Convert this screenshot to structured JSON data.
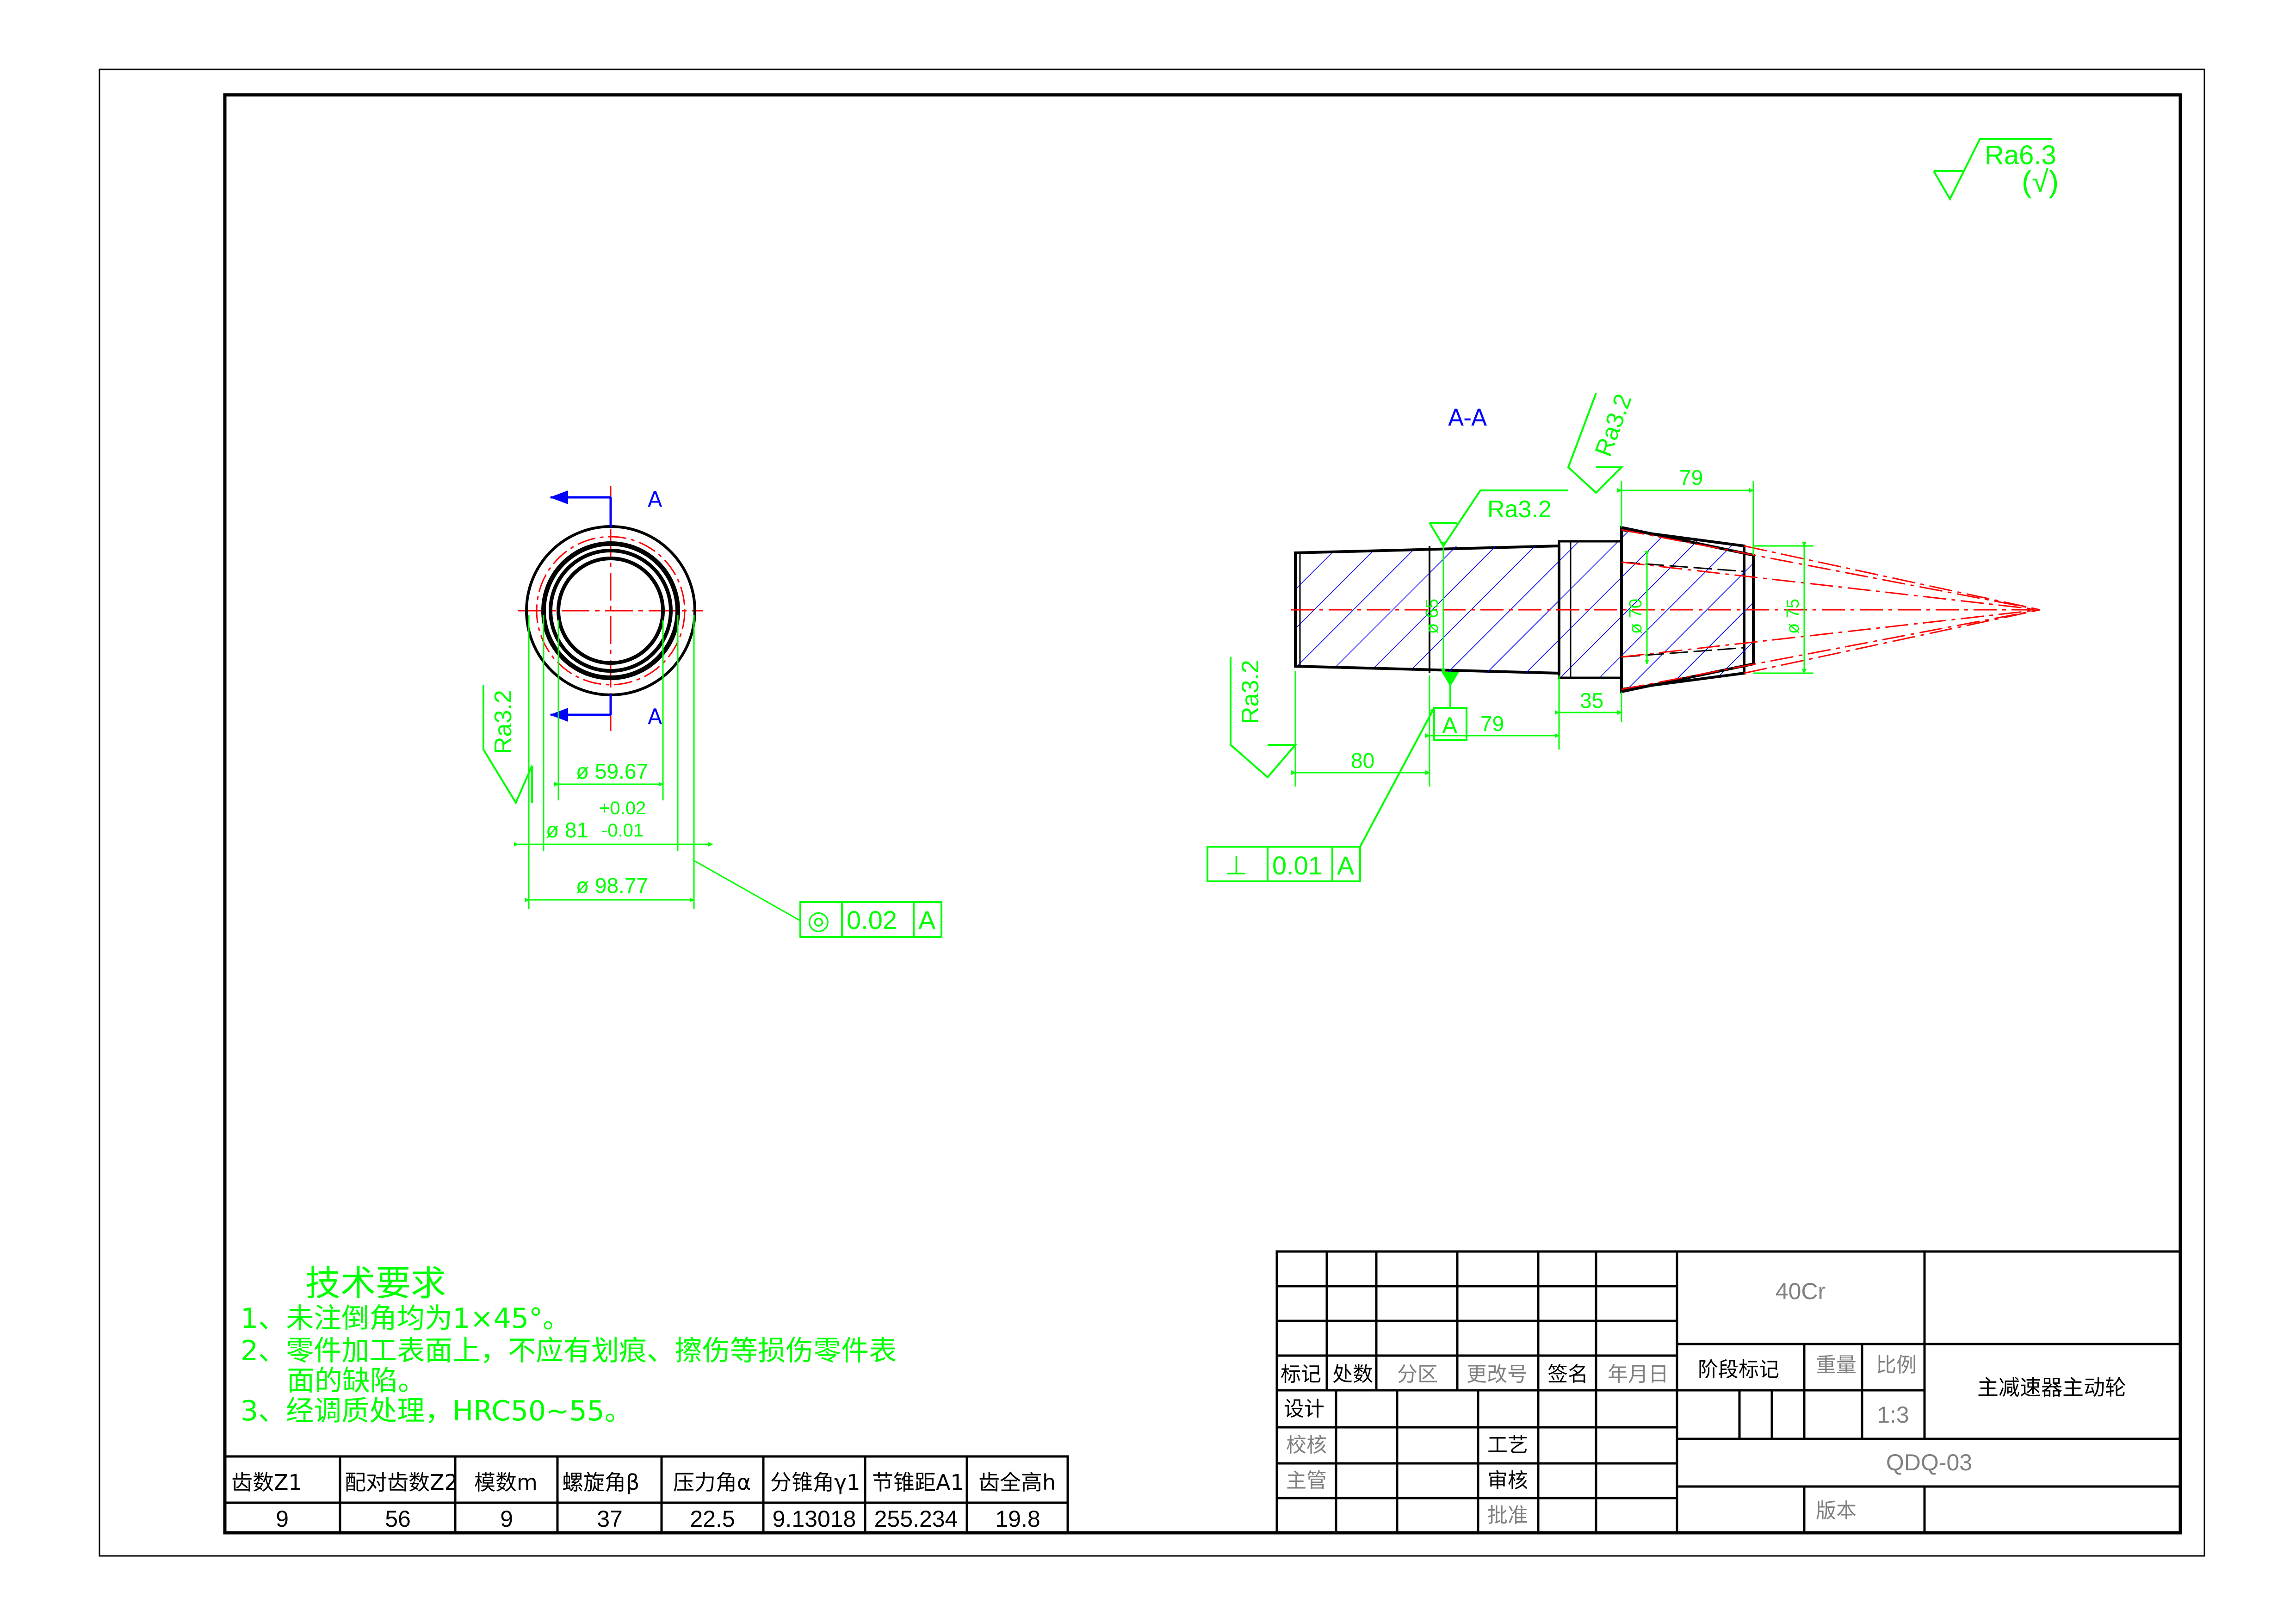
{
  "colors": {
    "frame": "#000000",
    "dimension": "#00ff00",
    "center": "#ff0000",
    "section": "#0000ff",
    "hatch": "#0000ff",
    "titleblock_text": "#808080"
  },
  "surface_roughness": {
    "general": "Ra6.3",
    "general_mark": "(√)",
    "marks": [
      "Ra3.2",
      "Ra3.2",
      "Ra3.2",
      "Ra3.2"
    ]
  },
  "section": {
    "view_label": "A-A",
    "letter_top": "A",
    "letter_bottom": "A"
  },
  "left_view": {
    "dims": {
      "d_59": "ø 59.67",
      "d_81": "ø 81",
      "tol_upper": "+0.02",
      "tol_lower": "-0.01",
      "d_98": "ø 98.77"
    },
    "tolerance_frame": {
      "symbol": "◎",
      "value": "0.02",
      "datum": "A"
    }
  },
  "right_view": {
    "dims": {
      "len_79_top": "79",
      "len_80": "80",
      "len_79_mid": "79",
      "len_35": "35",
      "dia_65": "ø 65",
      "dia_70": "ø 70",
      "dia_75": "ø 75"
    },
    "datum_label": "A",
    "tolerance_frame": {
      "symbol": "⊥",
      "value": "0.01",
      "datum": "A"
    }
  },
  "tech_requirements": {
    "title": "技术要求",
    "lines": [
      "1、未注倒角均为1×45°。",
      "2、零件加工表面上，不应有划痕、擦伤等损伤零件表",
      "面的缺陷。",
      "3、经调质处理，HRC50~55。"
    ]
  },
  "gear_table": {
    "headers": [
      "齿数Z1",
      "配对齿数Z2",
      "模数m",
      "螺旋角β",
      "压力角α",
      "分锥角γ1",
      "节锥距A1",
      "齿全高h"
    ],
    "values": [
      "9",
      "56",
      "9",
      "37",
      "22.5",
      "9.13018",
      "255.234",
      "19.8"
    ]
  },
  "title_block": {
    "material": "40Cr",
    "part_name": "主减速器主动轮",
    "drawing_no": "QDQ-03",
    "scale": "1:3",
    "labels": {
      "biaoji": "标记",
      "chushu": "处数",
      "fenqu": "分区",
      "gengaihao": "更改号",
      "qianming": "签名",
      "nianyueri": "年月日",
      "jieduanbiaoji": "阶段标记",
      "zhongliang": "重量",
      "bili": "比例",
      "sheji": "设计",
      "jiaohe": "校核",
      "zhuguan": "主管",
      "gongyi": "工艺",
      "shenhe": "审核",
      "pizhun": "批准",
      "banben": "版本"
    }
  }
}
